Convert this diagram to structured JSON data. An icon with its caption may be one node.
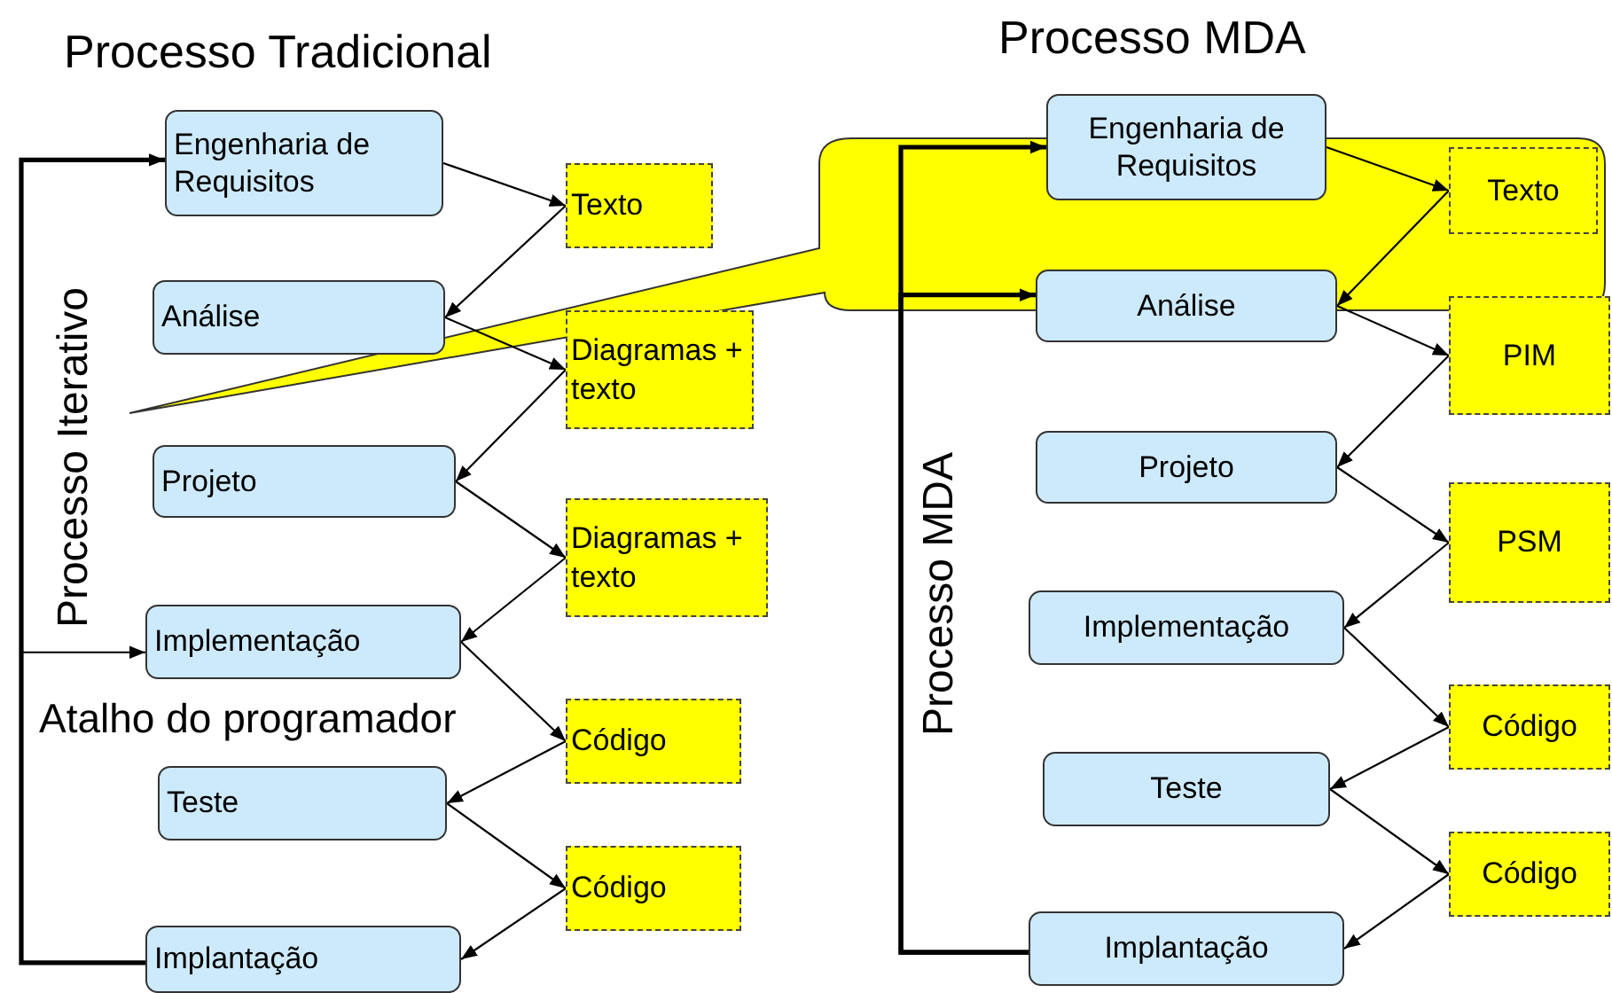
{
  "diagram": {
    "nodes": [
      {
        "text": [
          "Engenharia de Requisitos"
        ]
      },
      {
        "text": [
          "Análise"
        ]
      },
      {
        "text": [
          "Projeto"
        ]
      },
      {
        "text": [
          "Implementação"
        ]
      },
      {
        "text": [
          "Teste"
        ]
      },
      {
        "text": [
          "Implantação"
        ]
      },
      {
        "text": [
          "Texto"
        ]
      },
      {
        "text": [
          "Diagramas + texto"
        ]
      },
      {
        "text": [
          "Diagramas + texto"
        ]
      },
      {
        "text": [
          "Código"
        ]
      },
      {
        "text": [
          "Código"
        ]
      },
      {
        "text": [
          "Engenharia de Requisitos"
        ]
      },
      {
        "text": [
          "Análise"
        ]
      },
      {
        "text": [
          "Projeto"
        ]
      },
      {
        "text": [
          "Implementação"
        ]
      },
      {
        "text": [
          "Teste"
        ]
      },
      {
        "text": [
          "Implantação"
        ]
      },
      {
        "text": [
          "Texto"
        ]
      },
      {
        "text": [
          "PIM"
        ]
      },
      {
        "text": [
          "PSM"
        ]
      },
      {
        "text": [
          "Código"
        ]
      },
      {
        "text": [
          "Código"
        ]
      }
    ],
    "edges": [
      {
        "from": 0,
        "to": 6,
        "arrow": "to"
      },
      {
        "from": 6,
        "to": 1,
        "arrow": "to"
      },
      {
        "from": 1,
        "to": 7,
        "arrow": "to"
      },
      {
        "from": 7,
        "to": 2,
        "arrow": "to"
      },
      {
        "from": 2,
        "to": 8,
        "arrow": "to"
      },
      {
        "from": 8,
        "to": 3,
        "arrow": "to"
      },
      {
        "from": 3,
        "to": 9,
        "arrow": "to"
      },
      {
        "from": 9,
        "to": 4,
        "arrow": "to"
      },
      {
        "from": 4,
        "to": 10,
        "arrow": "to"
      },
      {
        "from": 10,
        "to": 5,
        "arrow": "to"
      },
      {
        "from": 5,
        "to": 0,
        "arrow": "to",
        "style": "thick"
      },
      {
        "from": 5,
        "to": 3,
        "arrow": "to"
      },
      {
        "from": 11,
        "to": 17,
        "arrow": "to"
      },
      {
        "from": 17,
        "to": 12,
        "arrow": "to"
      },
      {
        "from": 12,
        "to": 18,
        "arrow": "to"
      },
      {
        "from": 18,
        "to": 13,
        "arrow": "to"
      },
      {
        "from": 13,
        "to": 19,
        "arrow": "to"
      },
      {
        "from": 19,
        "to": 14,
        "arrow": "to"
      },
      {
        "from": 14,
        "to": 20,
        "arrow": "to"
      },
      {
        "from": 20,
        "to": 15,
        "arrow": "to"
      },
      {
        "from": 15,
        "to": 21,
        "arrow": "to"
      },
      {
        "from": 21,
        "to": 16,
        "arrow": "to"
      },
      {
        "from": 16,
        "to": 11,
        "arrow": "to",
        "style": "thick"
      },
      {
        "from": 16,
        "to": 12,
        "arrow": "to",
        "style": "thick"
      }
    ],
    "labels": [
      "Processo Tradicional",
      "Processo MDA",
      "Processo Iterativo",
      "Atalho do programador",
      "Processo MDA"
    ]
  }
}
